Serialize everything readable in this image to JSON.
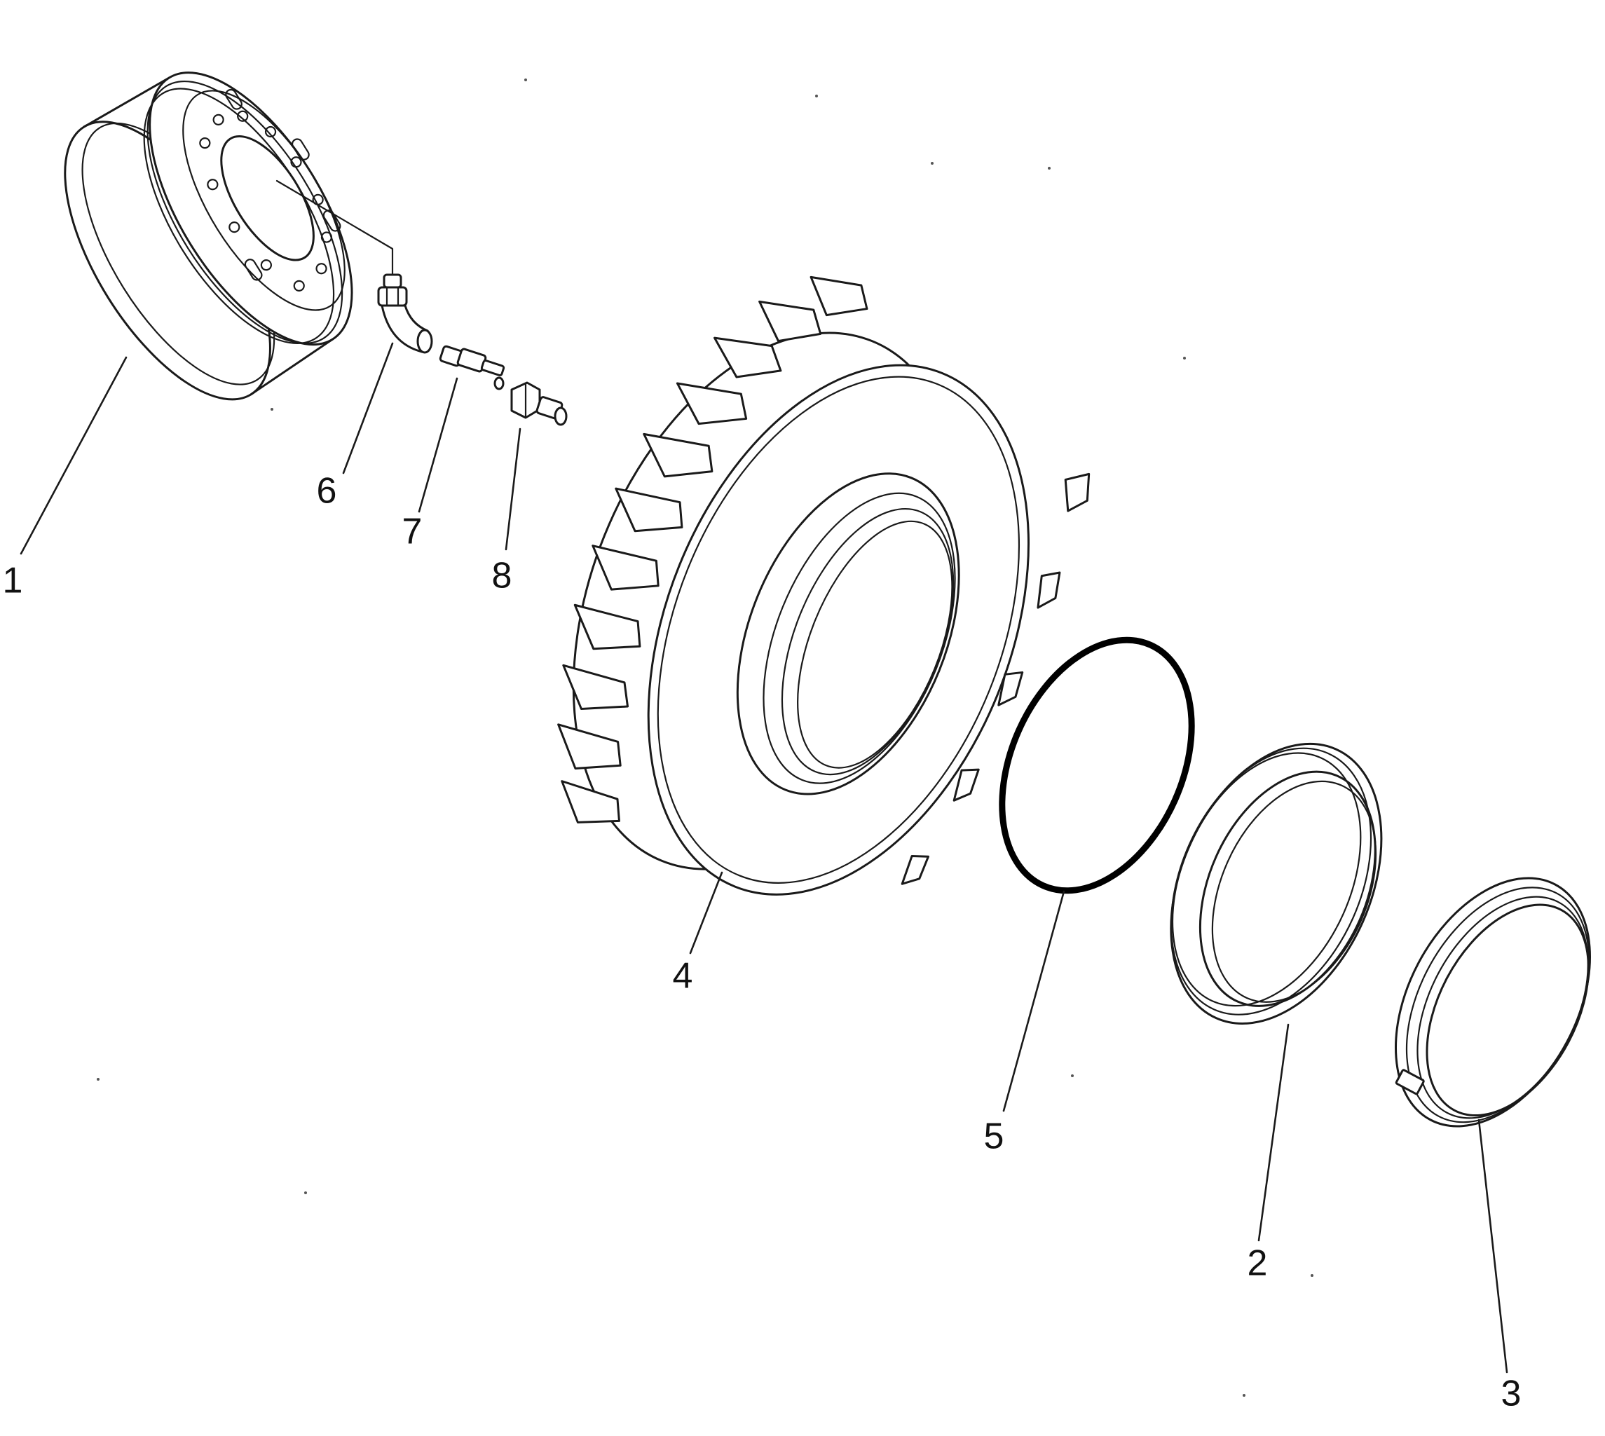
{
  "callouts": [
    {
      "id": "1",
      "text": "1",
      "part": "wheel-rim"
    },
    {
      "id": "2",
      "text": "2",
      "part": "side-ring"
    },
    {
      "id": "3",
      "text": "3",
      "part": "lock-ring"
    },
    {
      "id": "4",
      "text": "4",
      "part": "tire"
    },
    {
      "id": "5",
      "text": "5",
      "part": "o-ring"
    },
    {
      "id": "6",
      "text": "6",
      "part": "valve-elbow"
    },
    {
      "id": "7",
      "text": "7",
      "part": "valve-core"
    },
    {
      "id": "8",
      "text": "8",
      "part": "valve-cap"
    }
  ]
}
